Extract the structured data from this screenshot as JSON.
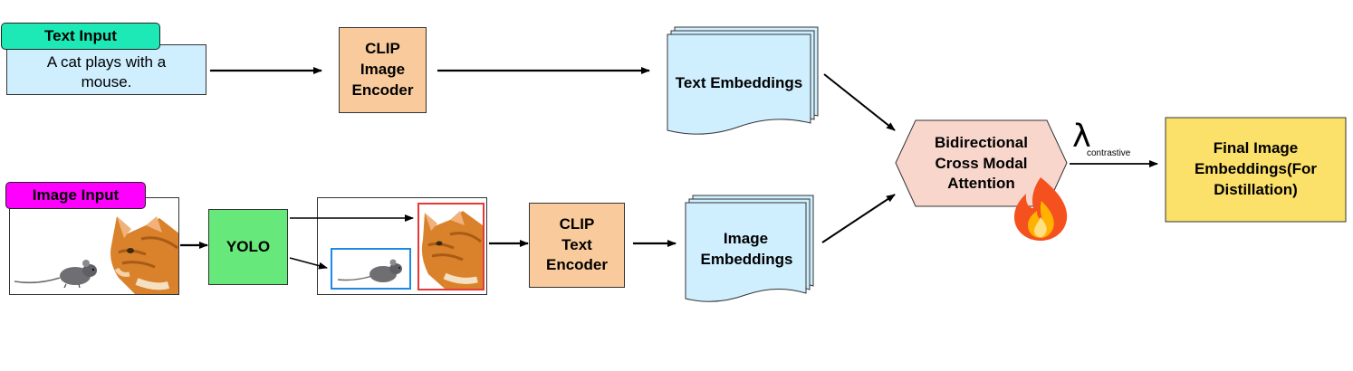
{
  "text_input": {
    "tag": "Text Input",
    "content": "A cat plays with a mouse."
  },
  "image_input": {
    "tag": "Image Input"
  },
  "nodes": {
    "clip_image_encoder": "CLIP Image Encoder",
    "yolo": "YOLO",
    "clip_text_encoder": "CLIP Text Encoder",
    "text_embeddings": "Text Embeddings",
    "image_embeddings": "Image Embeddings",
    "cross_attention": "Bidirectional Cross Modal Attention",
    "final_embeddings": "Final Image Embeddings(For Distillation)"
  },
  "loss": {
    "symbol": "λ",
    "subscript": "contrastive"
  },
  "colors": {
    "text_tag": "#1de9b6",
    "image_tag": "#ff00ff",
    "input_box": "#cfefff",
    "encoder": "#f9cb9c",
    "yolo": "#66e87a",
    "embeddings": "#cfefff",
    "attention": "#f8d6cc",
    "final": "#fbe06a",
    "box_blue": "#1e88e5",
    "box_red": "#e53935"
  }
}
